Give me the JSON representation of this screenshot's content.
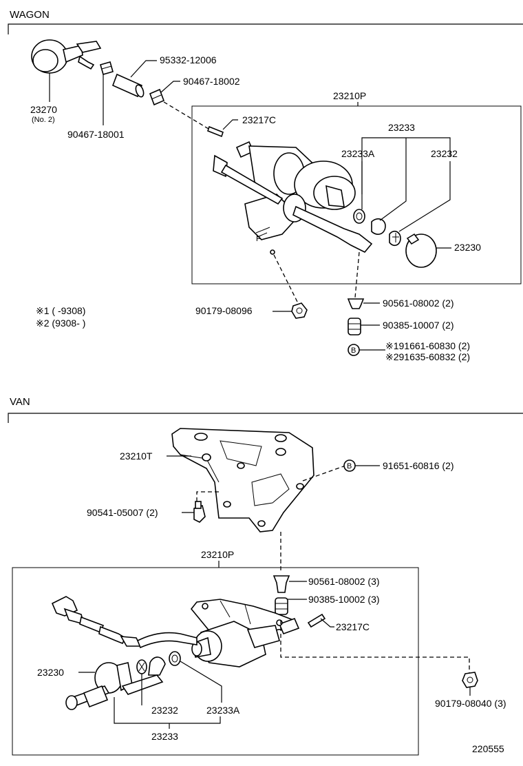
{
  "sections": {
    "wagon": "WAGON",
    "van": "VAN"
  },
  "wagon": {
    "p23270": "23270",
    "p23270_sub": "(No. 2)",
    "p90467_18001": "90467-18001",
    "p95332": "95332-12006",
    "p90467_18002": "90467-18002",
    "assy": "23210P",
    "p23217C": "23217C",
    "p23233": "23233",
    "p23233A": "23233A",
    "p23232": "23232",
    "p23230": "23230",
    "p90179": "90179-08096",
    "p90561": "90561-08002 (2)",
    "p90385": "90385-10007 (2)",
    "p91661": "※191661-60830 (2)",
    "p91635": "※291635-60832 (2)",
    "note1": "※1 (        -9308)",
    "note2": "※2 (9308-        )"
  },
  "van": {
    "bracket": "23210T",
    "p91651": "91651-60816 (2)",
    "p90541": "90541-05007 (2)",
    "assy": "23210P",
    "p90561": "90561-08002 (3)",
    "p90385": "90385-10002 (3)",
    "p23217C": "23217C",
    "p23230": "23230",
    "p23232": "23232",
    "p23233A": "23233A",
    "p23233": "23233",
    "p90179": "90179-08040 (3)"
  },
  "figure_number": "220555",
  "icons": [
    "bolt-b-icon"
  ]
}
